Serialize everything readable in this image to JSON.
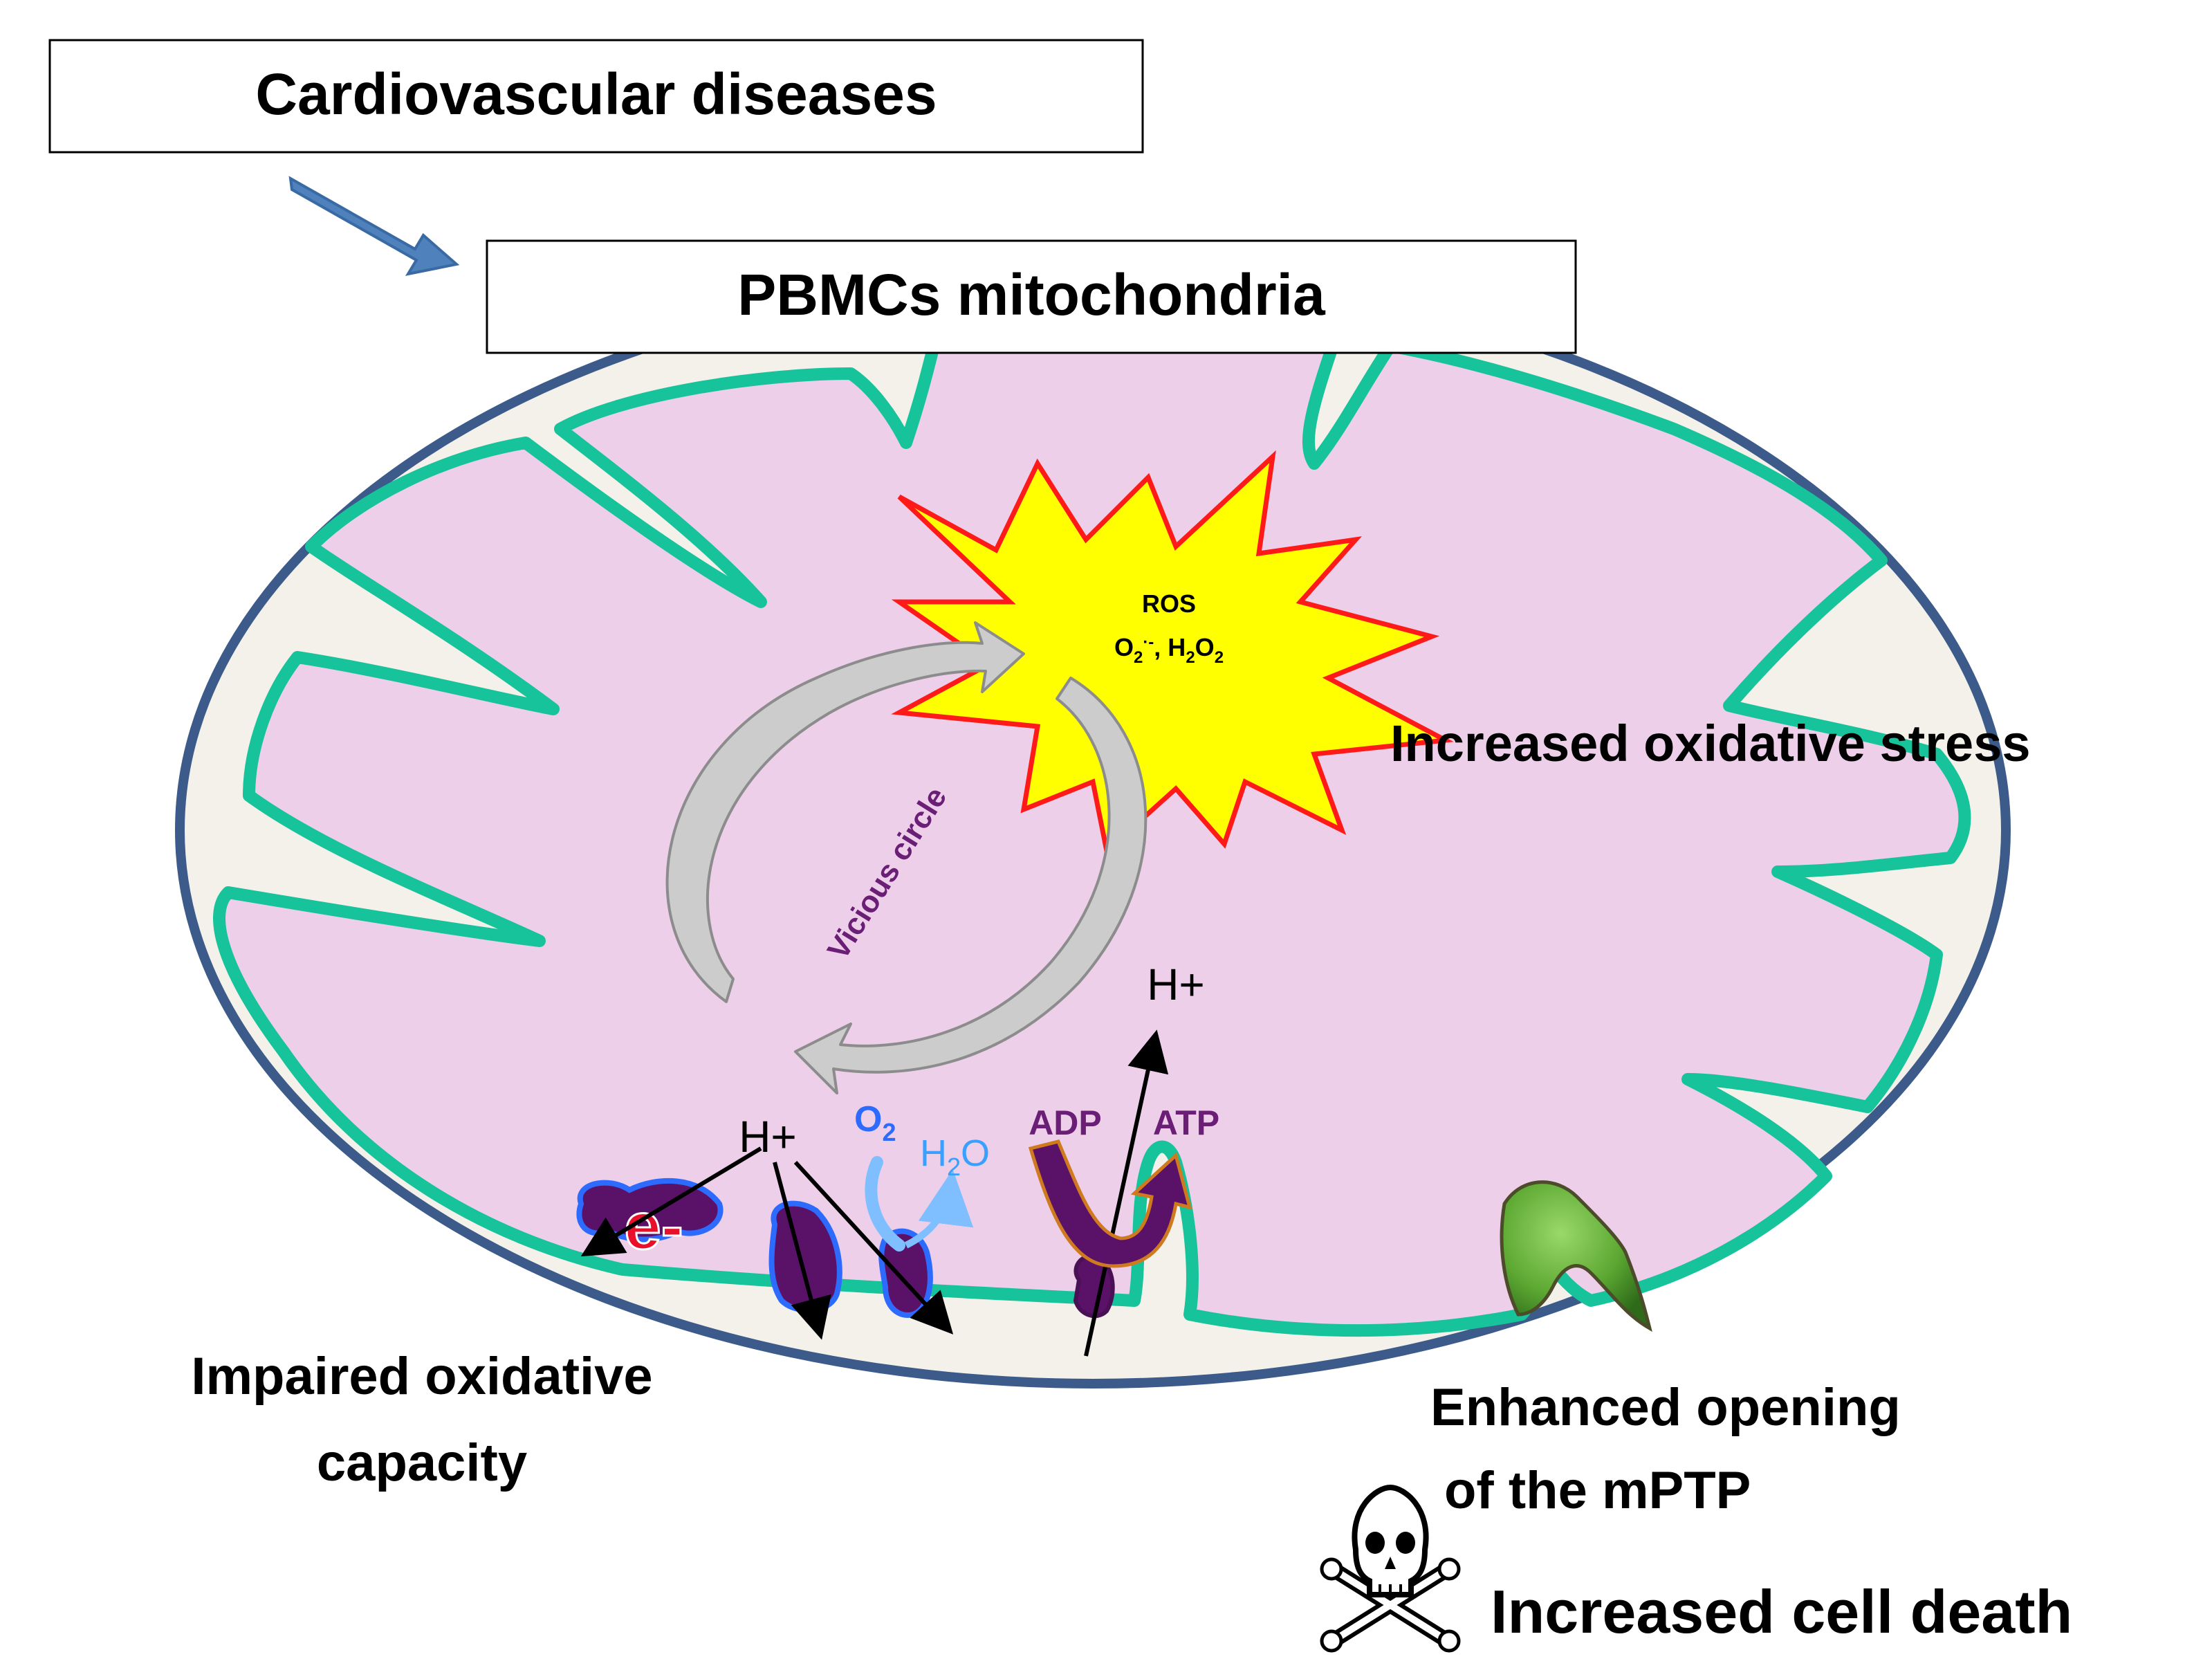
{
  "boxes": {
    "top": "Cardiovascular diseases",
    "second": "PBMCs mitochondria"
  },
  "burst": {
    "title": "ROS",
    "formula_parts": [
      "O",
      "2",
      "·-",
      ", H",
      "2",
      "O",
      "2"
    ]
  },
  "labels": {
    "oxidative_stress": "Increased oxidative stress",
    "vicious_circle": "Vicious circle",
    "h_plus_top": "H+",
    "h_plus_bottom": "H+",
    "electron": "e-",
    "o2": [
      "O",
      "2"
    ],
    "h2o": [
      "H",
      "2",
      "O"
    ],
    "adp": "ADP",
    "atp": "ATP",
    "impaired_line1": "Impaired oxidative",
    "impaired_line2": "capacity",
    "mptp_line1": "Enhanced opening",
    "mptp_line2": "of the mPTP",
    "cell_death": "Increased cell death"
  },
  "icons": [
    "block-arrow-icon",
    "skull-crossbones-icon",
    "mptp-pore-icon"
  ],
  "colors": {
    "outer_membrane": "#3c5a8a",
    "intermembrane": "#f3f1ea",
    "matrix": "#edcfe9",
    "inner_membrane": "#17c39a",
    "burst_fill": "#ffff00",
    "burst_stroke": "#ff1a1a",
    "circle_arrow": "#c8c8c8",
    "purple_text": "#6b1e76",
    "protein": "#5a1168",
    "protein_outline": "#2d6bff",
    "water_blue": "#3aa0ff",
    "box_arrow": "#4f81bd",
    "pore_green": "#5ca832"
  }
}
